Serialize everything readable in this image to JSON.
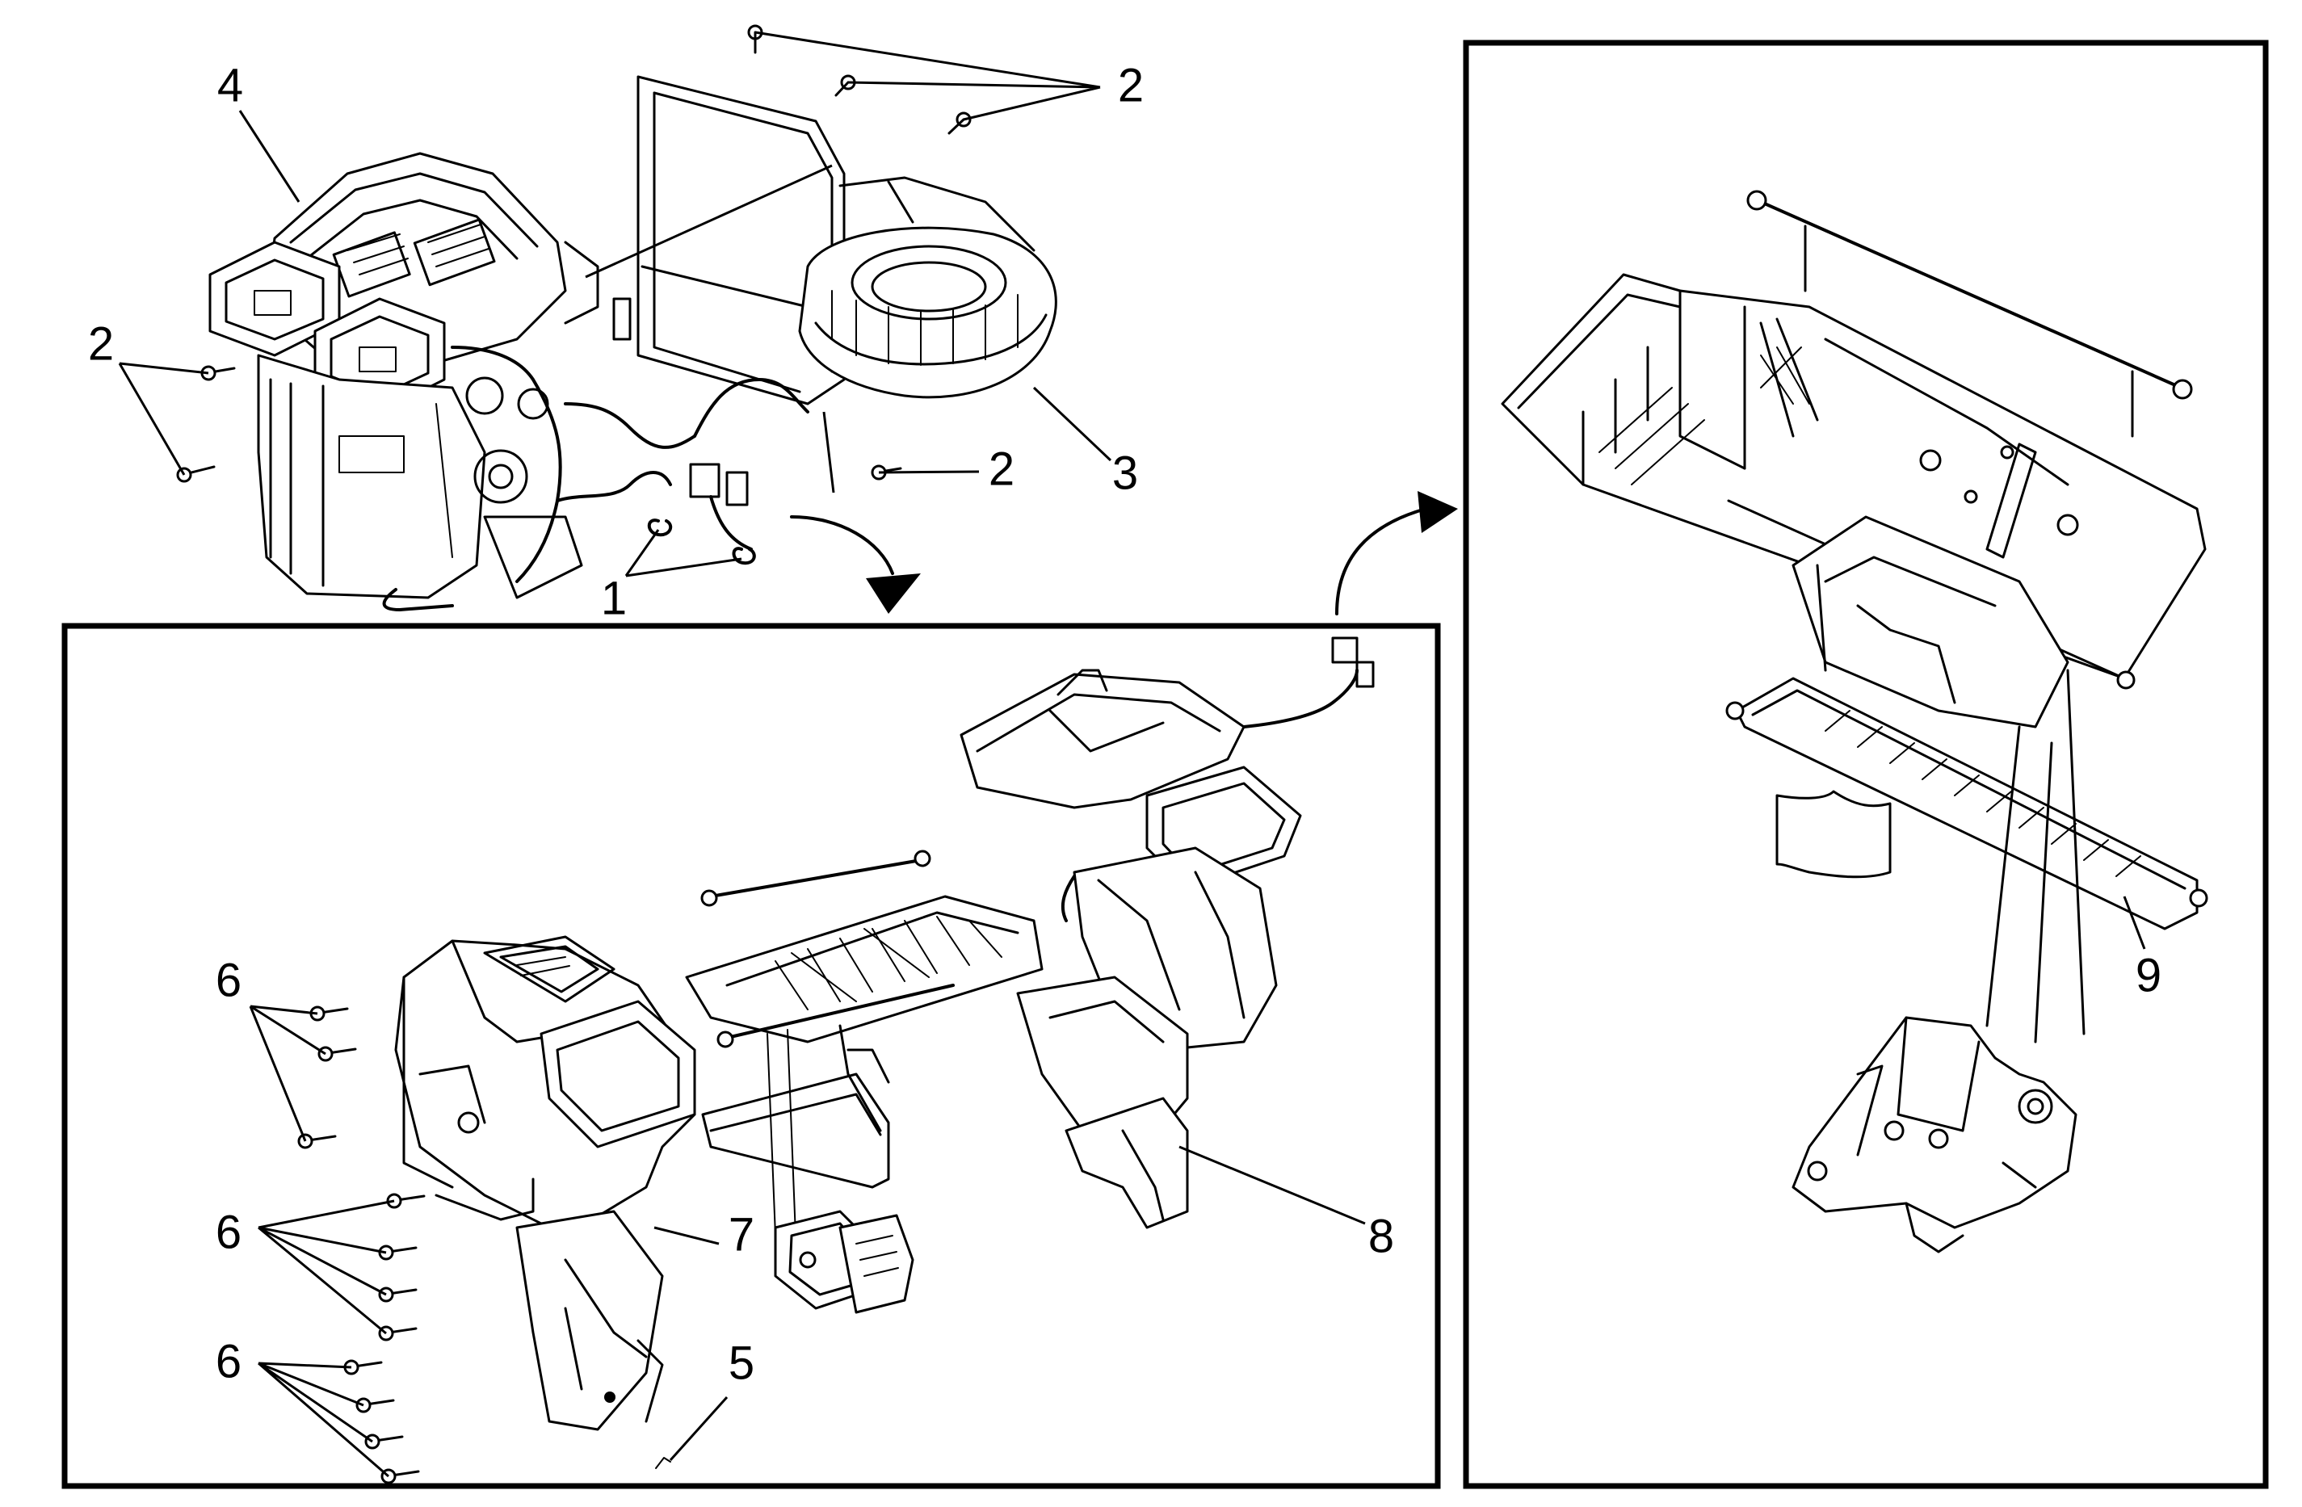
{
  "figure": {
    "callouts": {
      "c1": "1",
      "c2a": "2",
      "c2b": "2",
      "c2c": "2",
      "c3": "3",
      "c4": "4",
      "c5": "5",
      "c6a": "6",
      "c6b": "6",
      "c6c": "6",
      "c7": "7",
      "c8": "8",
      "c9": "9"
    }
  },
  "colors": {
    "line": "#000000",
    "background": "#ffffff"
  }
}
